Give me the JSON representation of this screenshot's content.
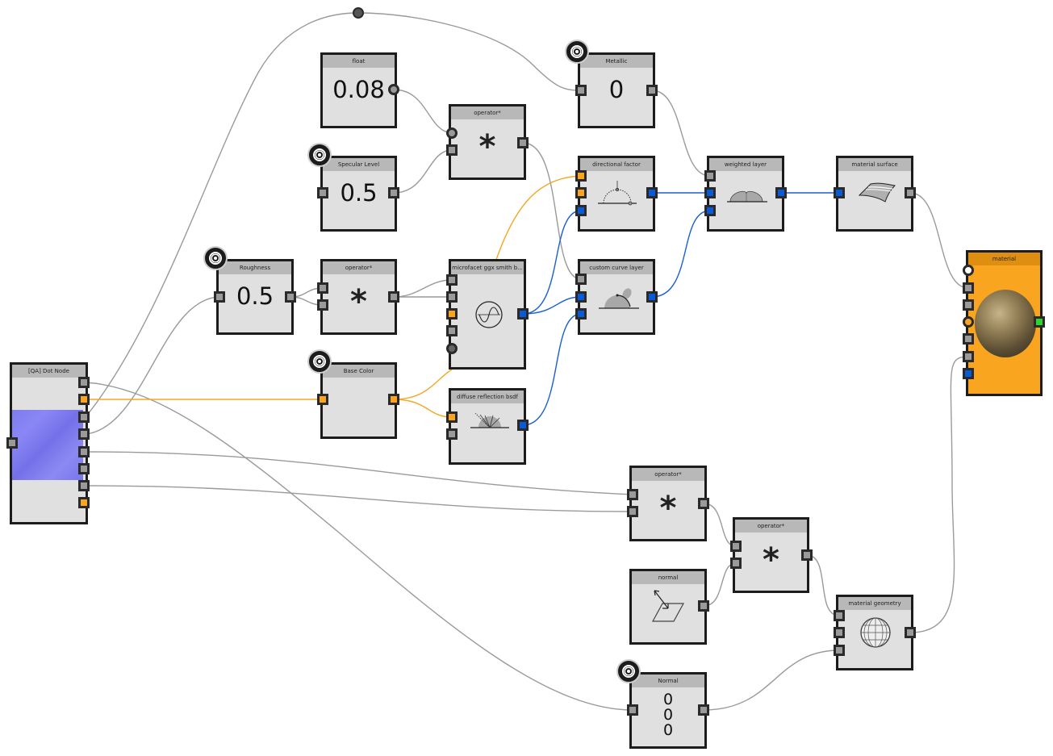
{
  "graph": {
    "colors": {
      "wire_default": "#9a9a9a",
      "wire_color": "#f5a623",
      "wire_bsdf": "#1a5fd0",
      "node_bg": "#e0e0e0",
      "node_header": "#b8b8b8",
      "material_bg": "#f9a51f",
      "output_port": "#2ed52e"
    },
    "nodes": {
      "dot_node": {
        "title": "[QA] Dot Node"
      },
      "float": {
        "title": "float",
        "value": "0.08"
      },
      "specular": {
        "title": "Specular Level",
        "value": "0.5"
      },
      "roughness": {
        "title": "Roughness",
        "value": "0.5"
      },
      "metallic": {
        "title": "Metallic",
        "value": "0"
      },
      "base_color": {
        "title": "Base Color"
      },
      "op1": {
        "title": "operator*",
        "glyph": "*"
      },
      "op2": {
        "title": "operator*",
        "glyph": "*"
      },
      "op3": {
        "title": "operator*",
        "glyph": "*"
      },
      "op4": {
        "title": "operator*",
        "glyph": "*"
      },
      "microfacet": {
        "title": "microfacet ggx smith b..."
      },
      "diffuse": {
        "title": "diffuse reflection bsdf"
      },
      "directional": {
        "title": "directional factor"
      },
      "custom_curve": {
        "title": "custom curve layer"
      },
      "weighted": {
        "title": "weighted layer"
      },
      "surface": {
        "title": "material surface"
      },
      "material": {
        "title": "material"
      },
      "normal_node": {
        "title": "normal"
      },
      "geometry": {
        "title": "material geometry"
      },
      "normal_param": {
        "title": "Normal",
        "values": [
          "0",
          "0",
          "0"
        ]
      }
    }
  }
}
